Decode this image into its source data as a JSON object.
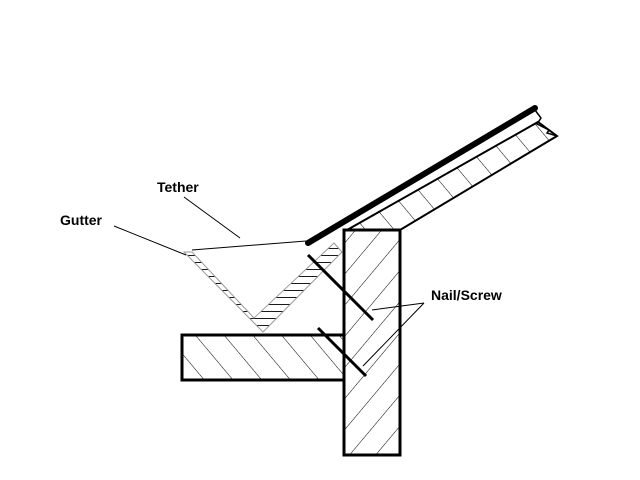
{
  "labels": {
    "tether": "Tether",
    "gutter": "Gutter",
    "nail_screw": "Nail/Screw"
  },
  "colors": {
    "ink": "#000000",
    "background": "#ffffff"
  }
}
